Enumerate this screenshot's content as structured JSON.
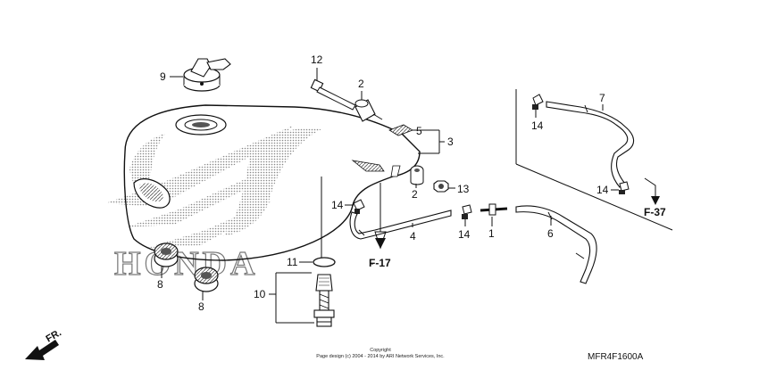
{
  "labels": {
    "p1": "1",
    "p2a": "2",
    "p2b": "2",
    "p3": "3",
    "p4": "4",
    "p5": "5",
    "p6": "6",
    "p7": "7",
    "p8a": "8",
    "p8b": "8",
    "p9": "9",
    "p10": "10",
    "p11": "11",
    "p12": "12",
    "p13": "13",
    "p14a": "14",
    "p14b": "14",
    "p14c": "14",
    "p14d": "14"
  },
  "refs": {
    "f17": "F-17",
    "f37": "F-37"
  },
  "watermark": "HONDA",
  "front_marker": "FR.",
  "copyright": {
    "line1": "Copyright",
    "line2": "Page design (c) 2004 - 2014 by ARI Network Services, Inc."
  },
  "diagram_code": "MFR4F1600A",
  "colors": {
    "ink": "#111111",
    "background": "#ffffff",
    "shading": "#9a9a9a"
  }
}
